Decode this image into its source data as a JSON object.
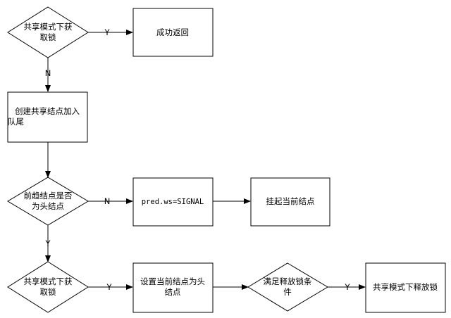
{
  "nodes": {
    "d1": {
      "lines": [
        "共享模式下获",
        "取锁"
      ]
    },
    "r1": {
      "lines": [
        "成功返回"
      ]
    },
    "p1": {
      "lines": [
        "创建共享结点加入",
        "队尾"
      ]
    },
    "d2": {
      "lines": [
        "前趋结点是否",
        "为头结点"
      ]
    },
    "p2": {
      "lines": [
        "pred.ws=SIGNAL"
      ]
    },
    "p3": {
      "lines": [
        "挂起当前结点"
      ]
    },
    "d3": {
      "lines": [
        "共享模式下获",
        "取锁"
      ]
    },
    "p4": {
      "lines": [
        "设置当前结点为头",
        "结点"
      ]
    },
    "d4": {
      "lines": [
        "满足释放锁条",
        "件"
      ]
    },
    "p5": {
      "lines": [
        "共享模式下释放锁"
      ]
    }
  },
  "edges": {
    "e1": {
      "label": "Y"
    },
    "e2": {
      "label": "N"
    },
    "e3": {
      "label": ""
    },
    "e4": {
      "label": "N"
    },
    "e5": {
      "label": ""
    },
    "e6": {
      "label": "Y"
    },
    "e7": {
      "label": "Y"
    },
    "e8": {
      "label": ""
    },
    "e9": {
      "label": "Y"
    }
  }
}
